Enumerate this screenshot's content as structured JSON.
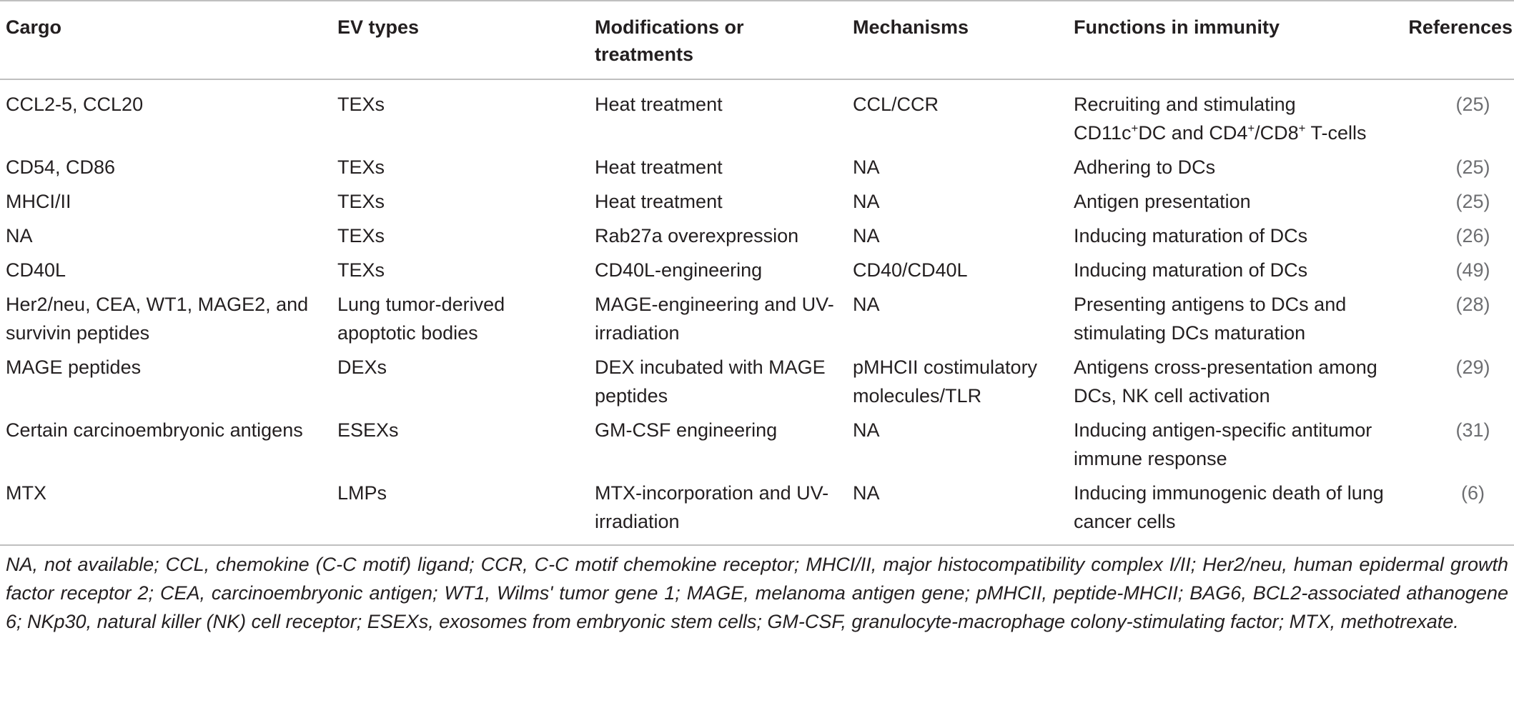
{
  "table": {
    "headers": [
      "Cargo",
      "EV types",
      "Modifications or treatments",
      "Mechanisms",
      "Functions in immunity",
      "References"
    ],
    "rows": [
      {
        "cargo": "CCL2-5, CCL20",
        "ev_type": "TEXs",
        "modification": "Heat treatment",
        "mechanism": "CCL/CCR",
        "function_parts": [
          "Recruiting and stimulating CD11c",
          "+",
          "DC and CD4",
          "+",
          "/CD8",
          "+",
          " T-cells"
        ],
        "ref": "(25)"
      },
      {
        "cargo": "CD54, CD86",
        "ev_type": "TEXs",
        "modification": "Heat treatment",
        "mechanism": "NA",
        "function": "Adhering to DCs",
        "ref": "(25)"
      },
      {
        "cargo": "MHCI/II",
        "ev_type": "TEXs",
        "modification": "Heat treatment",
        "mechanism": "NA",
        "function": "Antigen presentation",
        "ref": "(25)"
      },
      {
        "cargo": "NA",
        "ev_type": "TEXs",
        "modification": "Rab27a overexpression",
        "mechanism": "NA",
        "function": "Inducing maturation of DCs",
        "ref": "(26)"
      },
      {
        "cargo": "CD40L",
        "ev_type": "TEXs",
        "modification": "CD40L-engineering",
        "mechanism": "CD40/CD40L",
        "function": "Inducing maturation of DCs",
        "ref": "(49)"
      },
      {
        "cargo": "Her2/neu, CEA, WT1, MAGE2, and survivin peptides",
        "ev_type": "Lung tumor-derived apoptotic bodies",
        "modification": "MAGE-engineering and UV-irradiation",
        "mechanism": "NA",
        "function": "Presenting antigens to DCs and stimulating DCs maturation",
        "ref": "(28)"
      },
      {
        "cargo": "MAGE peptides",
        "ev_type": "DEXs",
        "modification": "DEX incubated with MAGE peptides",
        "mechanism": "pMHCII costimulatory molecules/TLR",
        "function": "Antigens cross-presentation among DCs, NK cell activation",
        "ref": "(29)"
      },
      {
        "cargo": "Certain carcinoembryonic antigens",
        "ev_type": "ESEXs",
        "modification": "GM-CSF engineering",
        "mechanism": "NA",
        "function": "Inducing antigen-specific antitumor immune response",
        "ref": "(31)"
      },
      {
        "cargo": "MTX",
        "ev_type": "LMPs",
        "modification": "MTX-incorporation and UV-irradiation",
        "mechanism": "NA",
        "function": "Inducing immunogenic death of lung cancer cells",
        "ref": "(6)"
      }
    ]
  },
  "footnote": "NA, not available; CCL, chemokine (C-C motif) ligand; CCR, C-C motif chemokine receptor; MHCI/II, major histocompatibility complex I/II; Her2/neu, human epidermal growth factor receptor 2; CEA, carcinoembryonic antigen; WT1, Wilms' tumor gene 1; MAGE, melanoma antigen gene; pMHCII, peptide-MHCII; BAG6, BCL2-associated athanogene 6; NKp30, natural killer (NK) cell receptor; ESEXs, exosomes from embryonic stem cells; GM-CSF, granulocyte-macrophage colony-stimulating factor; MTX, methotrexate."
}
